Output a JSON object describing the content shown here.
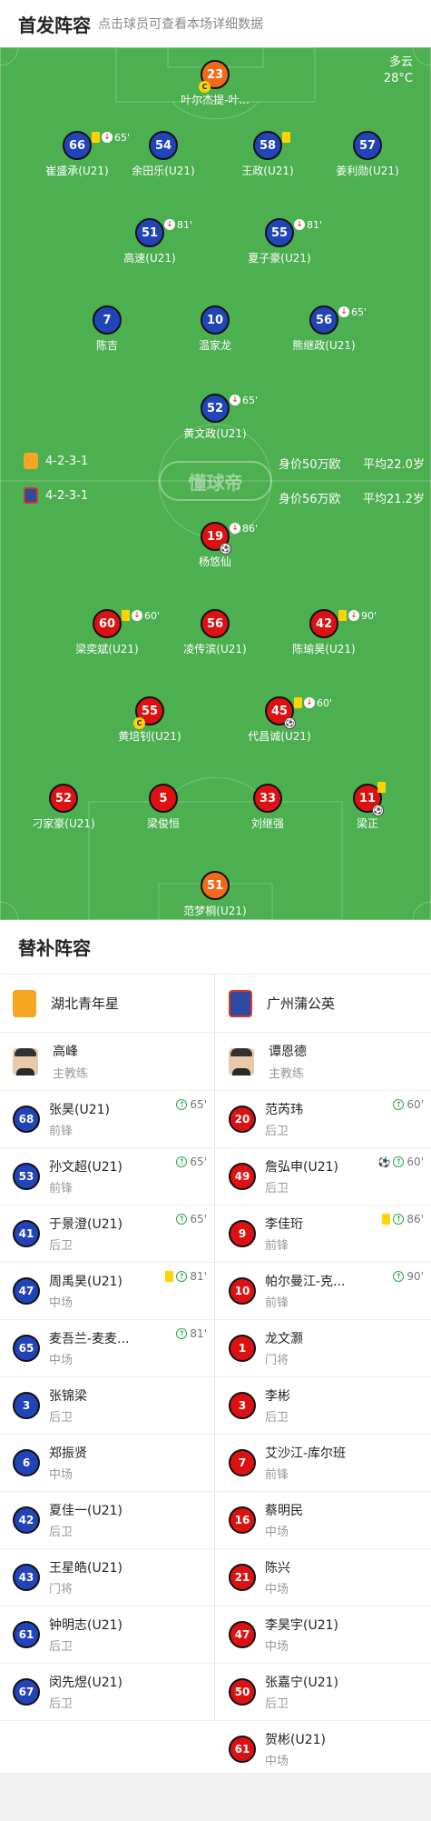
{
  "header": {
    "title": "首发阵容",
    "subtitle": "点击球员可查看本场详细数据"
  },
  "weather": {
    "condition": "多云",
    "temp": "28°C"
  },
  "watermark": "懂球帝",
  "home_team": {
    "name": "湖北青年星",
    "formation": "4-2-3-1",
    "value": "身价50万欧",
    "avg_age": "平均22.0岁",
    "color": "#2244bb",
    "coach": {
      "name": "高峰",
      "role": "主教练"
    },
    "lineup": [
      {
        "num": "23",
        "name": "叶尔杰提-叶...",
        "gk": true,
        "captain": true
      },
      {
        "num": "66",
        "name": "崔盛承(U21)",
        "events": [
          "yellow",
          "sub",
          "65'"
        ]
      },
      {
        "num": "54",
        "name": "余田乐(U21)"
      },
      {
        "num": "58",
        "name": "王政(U21)",
        "events": [
          "yellow"
        ]
      },
      {
        "num": "57",
        "name": "姜利勋(U21)"
      },
      {
        "num": "51",
        "name": "高速(U21)",
        "events": [
          "sub",
          "81'"
        ]
      },
      {
        "num": "55",
        "name": "夏子豪(U21)",
        "events": [
          "sub",
          "81'"
        ]
      },
      {
        "num": "7",
        "name": "陈吉"
      },
      {
        "num": "10",
        "name": "温家龙"
      },
      {
        "num": "56",
        "name": "熊继政(U21)",
        "events": [
          "sub",
          "65'"
        ]
      },
      {
        "num": "52",
        "name": "黄文政(U21)",
        "events": [
          "sub",
          "65'"
        ]
      }
    ]
  },
  "away_team": {
    "name": "广州蒲公英",
    "formation": "4-2-3-1",
    "value": "身价56万欧",
    "avg_age": "平均21.2岁",
    "color": "#dd1111",
    "coach": {
      "name": "谭恩德",
      "role": "主教练"
    },
    "lineup": [
      {
        "num": "19",
        "name": "杨悠仙",
        "events": [
          "sub",
          "86'"
        ],
        "goal": true
      },
      {
        "num": "60",
        "name": "梁奕斌(U21)",
        "events": [
          "yellow",
          "sub",
          "60'"
        ]
      },
      {
        "num": "56",
        "name": "凌传滨(U21)"
      },
      {
        "num": "42",
        "name": "陈瑜昊(U21)",
        "events": [
          "yellow",
          "sub",
          "90'"
        ]
      },
      {
        "num": "55",
        "name": "黄培钊(U21)",
        "captain": true
      },
      {
        "num": "45",
        "name": "代昌诚(U21)",
        "events": [
          "yellow",
          "sub",
          "60'"
        ],
        "goal": true
      },
      {
        "num": "52",
        "name": "刁家豪(U21)"
      },
      {
        "num": "5",
        "name": "梁俊恒"
      },
      {
        "num": "33",
        "name": "刘继强"
      },
      {
        "num": "11",
        "name": "梁正",
        "yellow_corner": true,
        "goal": true
      },
      {
        "num": "51",
        "name": "范梦桐(U21)",
        "gk": true
      }
    ]
  },
  "subs_title": "替补阵容",
  "home_subs": [
    {
      "num": "68",
      "name": "张昊(U21)",
      "pos": "前锋",
      "ev": "65'",
      "sub": true
    },
    {
      "num": "53",
      "name": "孙文超(U21)",
      "pos": "前锋",
      "ev": "65'",
      "sub": true
    },
    {
      "num": "41",
      "name": "于景澄(U21)",
      "pos": "后卫",
      "ev": "65'",
      "sub": true
    },
    {
      "num": "47",
      "name": "周禹昊(U21)",
      "pos": "中场",
      "ev": "81'",
      "sub": true,
      "yellow": true
    },
    {
      "num": "65",
      "name": "麦吾兰-麦麦...",
      "pos": "中场",
      "ev": "81'",
      "sub": true
    },
    {
      "num": "3",
      "name": "张锦梁",
      "pos": "后卫"
    },
    {
      "num": "6",
      "name": "郑振贤",
      "pos": "中场"
    },
    {
      "num": "42",
      "name": "夏佳一(U21)",
      "pos": "后卫"
    },
    {
      "num": "43",
      "name": "王星皓(U21)",
      "pos": "门将"
    },
    {
      "num": "61",
      "name": "钟明志(U21)",
      "pos": "后卫"
    },
    {
      "num": "67",
      "name": "闵先煜(U21)",
      "pos": "后卫"
    }
  ],
  "away_subs": [
    {
      "num": "20",
      "name": "范芮玮",
      "pos": "后卫",
      "ev": "60'",
      "sub": true
    },
    {
      "num": "49",
      "name": "詹弘申(U21)",
      "pos": "后卫",
      "ev": "60'",
      "sub": true,
      "goal": true
    },
    {
      "num": "9",
      "name": "李佳珩",
      "pos": "前锋",
      "ev": "86'",
      "sub": true,
      "yellow": true
    },
    {
      "num": "10",
      "name": "帕尔曼江-克...",
      "pos": "前锋",
      "ev": "90'",
      "sub": true
    },
    {
      "num": "1",
      "name": "龙文灏",
      "pos": "门将"
    },
    {
      "num": "3",
      "name": "李彬",
      "pos": "后卫"
    },
    {
      "num": "7",
      "name": "艾沙江-库尔班",
      "pos": "前锋"
    },
    {
      "num": "16",
      "name": "蔡明民",
      "pos": "中场"
    },
    {
      "num": "21",
      "name": "陈兴",
      "pos": "中场"
    },
    {
      "num": "47",
      "name": "李昊宇(U21)",
      "pos": "中场"
    },
    {
      "num": "50",
      "name": "张嘉宁(U21)",
      "pos": "后卫"
    },
    {
      "num": "61",
      "name": "贺彬(U21)",
      "pos": "中场"
    }
  ]
}
